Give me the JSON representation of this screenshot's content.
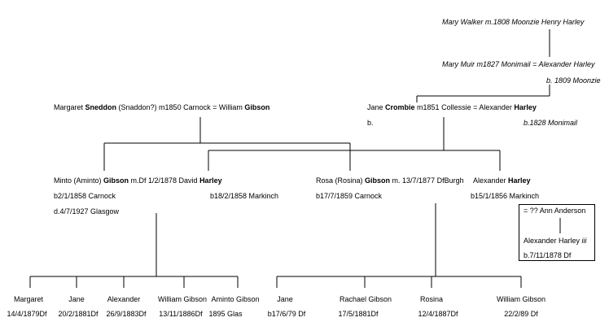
{
  "top": {
    "line1": "Mary Walker m.1808 Moonzie Henry Harley",
    "line2": "Mary Muir m1827 Monimail = Alexander Harley",
    "line3": "b. 1809 Moonzie"
  },
  "left_parents": {
    "pre": "Margaret ",
    "bold1": "Sneddon",
    "mid": " (Snaddon?) m1850 Carnock = William ",
    "bold2": "Gibson"
  },
  "right_parents": {
    "pre": "Jane ",
    "bold1": "Crombie",
    "mid": " m1851 Collessie  = Alexander ",
    "bold2": "Harley",
    "jane_b": "b.",
    "alex_b": "b.1828 Monimail"
  },
  "minto": {
    "pre": "Minto (Aminto) ",
    "bold1": "Gibson",
    "mid": " m.Df 1/2/1878 David ",
    "bold2": "Harley",
    "born": "b2/1/1858 Carnock",
    "died": "d.4/7/1927 Glasgow",
    "david_b": "b18/2/1858 Markinch"
  },
  "rosa": {
    "pre": "Rosa (Rosina) ",
    "bold1": "Gibson",
    "mid": " m. 13/7/1877 DfBurgh",
    "born": "b17/7/1859 Carnock"
  },
  "alexander": {
    "pre": "Alexander ",
    "bold1": "Harley",
    "born": "b15/1/1856 Markinch"
  },
  "box": {
    "line1": "= ?? Ann Anderson",
    "line2_pre": "Alexander Harley ",
    "line2_it": "iii",
    "line3": "b.7/11/1878 Df"
  },
  "children_left": [
    {
      "name": "Margaret",
      "date": "14/4/1879Df"
    },
    {
      "name": "Jane",
      "date": "20/2/1881Df"
    },
    {
      "name": "Alexander",
      "date": "26/9/1883Df"
    },
    {
      "name": "William Gibson",
      "date": "13/11/1886Df"
    },
    {
      "name": "Aminto Gibson",
      "date": "1895 Glas"
    }
  ],
  "children_right": [
    {
      "name": "Jane",
      "date": "b17/6/79 Df"
    },
    {
      "name": "Rachael Gibson",
      "date": "17/5/1881Df"
    },
    {
      "name": "Rosina",
      "date": "12/4/1887Df"
    },
    {
      "name": "William Gibson",
      "date": "22/2/89 Df"
    }
  ]
}
